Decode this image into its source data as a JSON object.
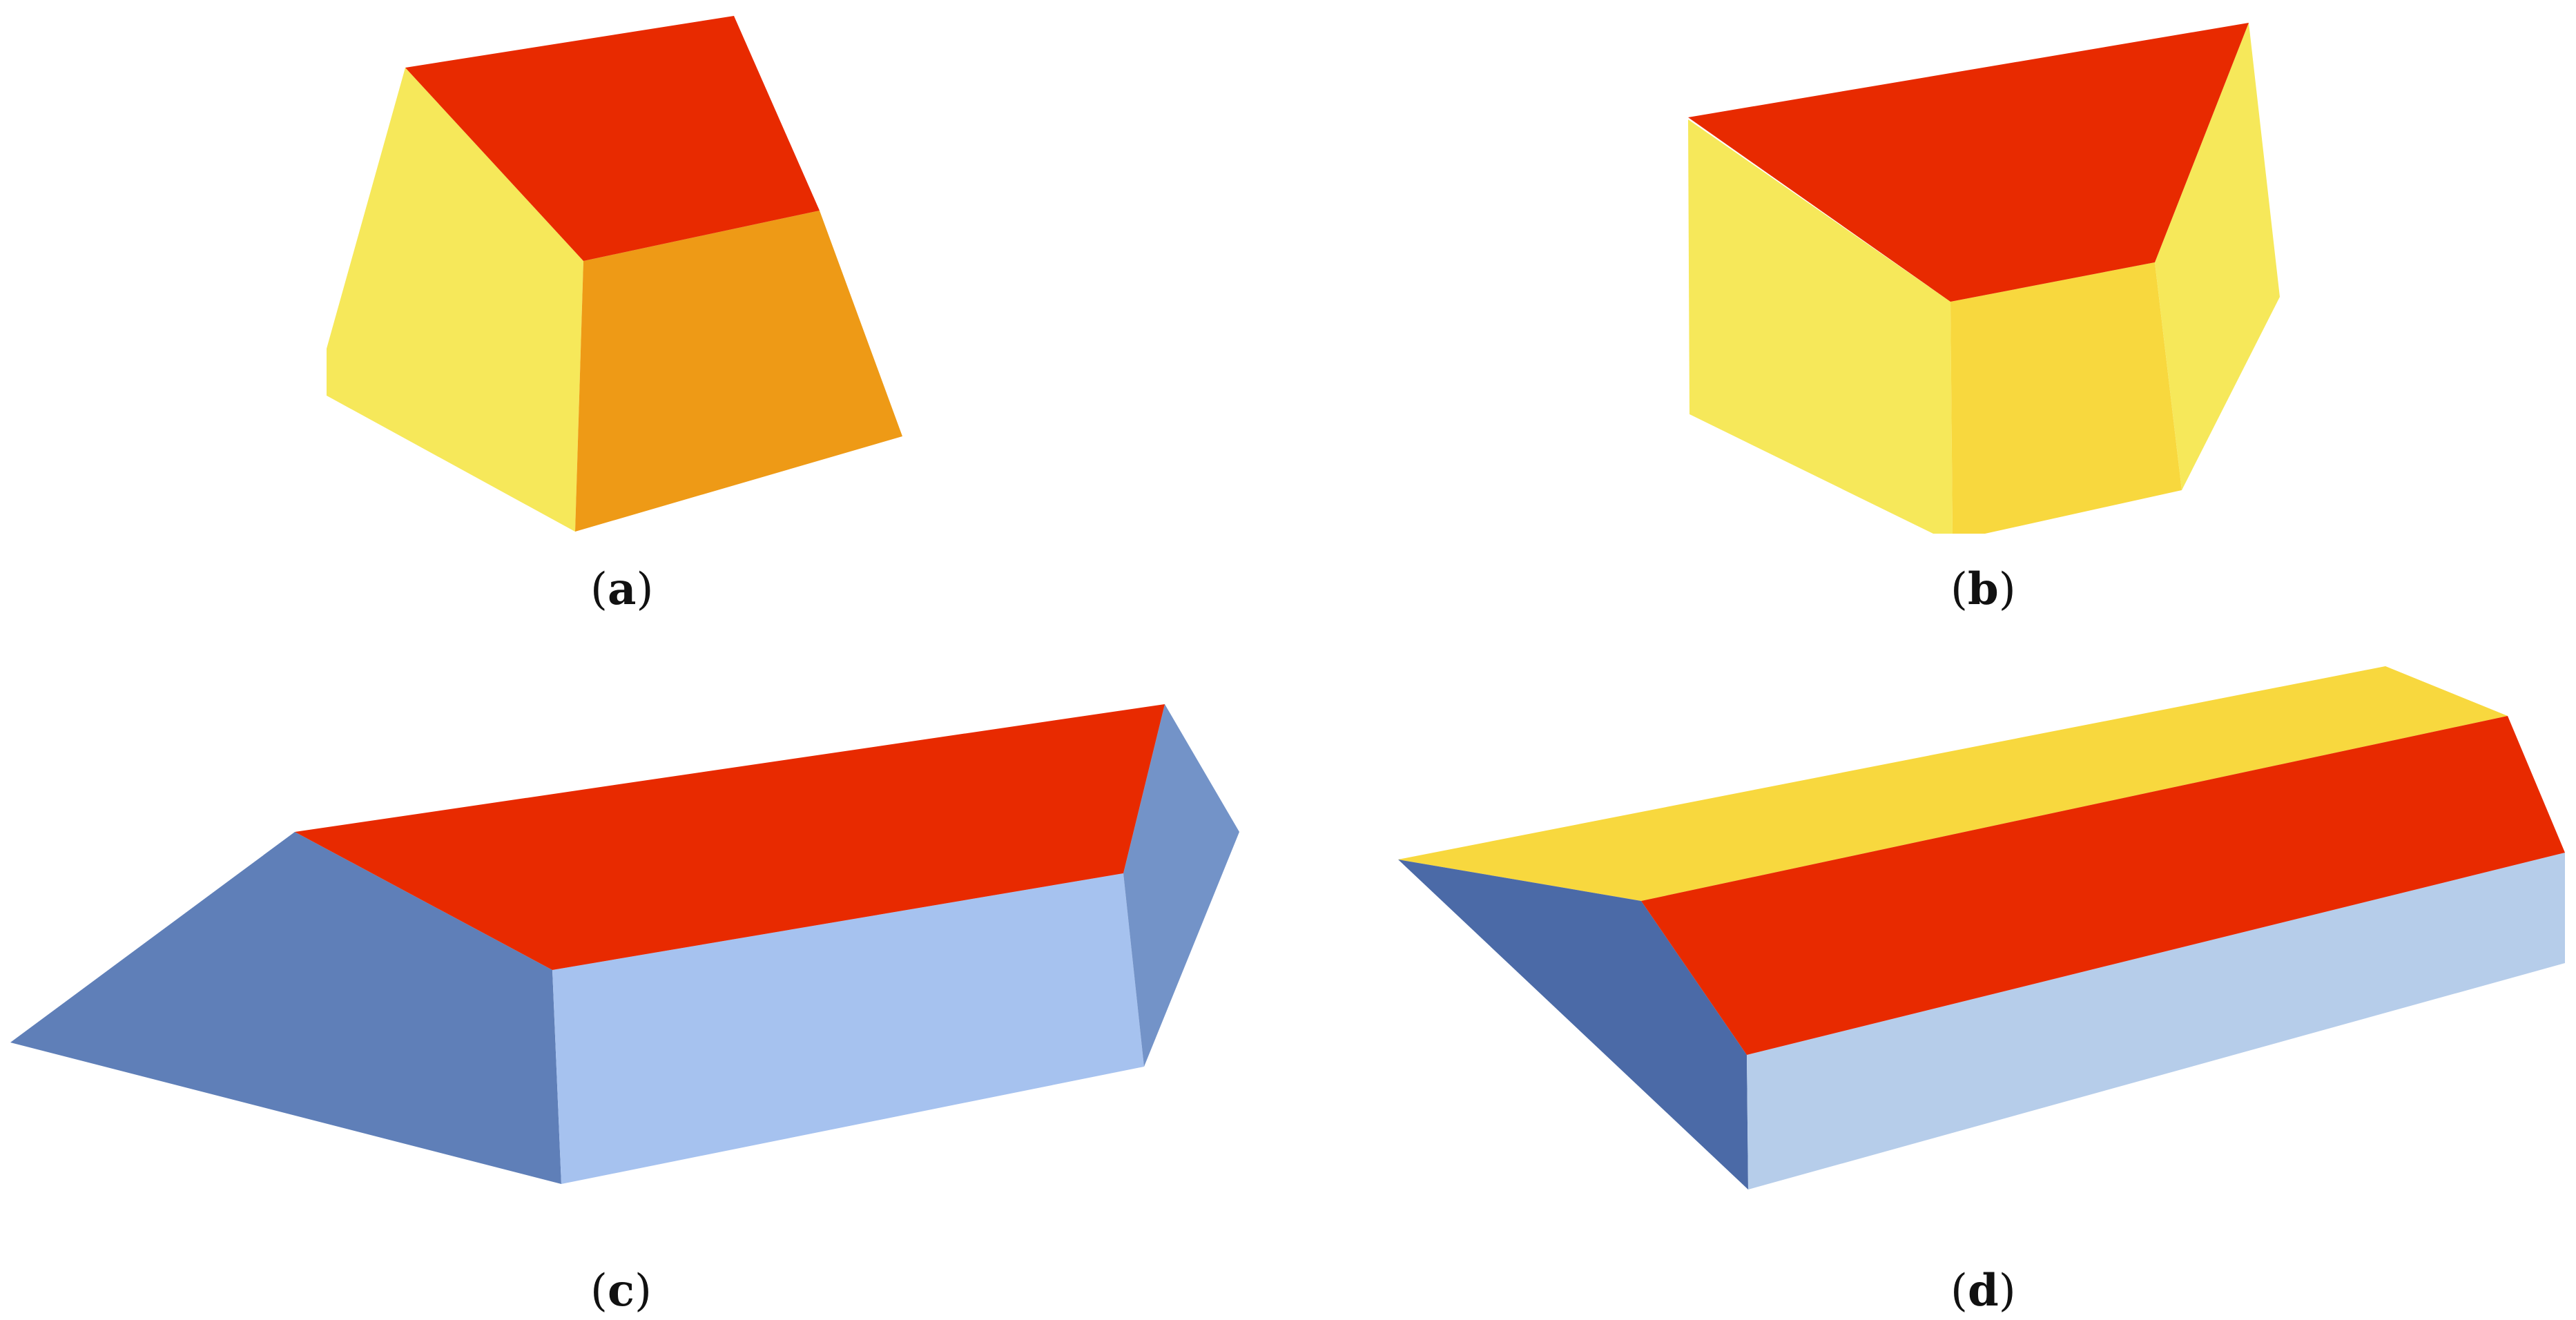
{
  "panels": [
    {
      "id": "a",
      "caption_open": "(",
      "caption_letter": "a",
      "caption_close": ")"
    },
    {
      "id": "b",
      "caption_open": "(",
      "caption_letter": "b",
      "caption_close": ")"
    },
    {
      "id": "c",
      "caption_open": "(",
      "caption_letter": "c",
      "caption_close": ")"
    },
    {
      "id": "d",
      "caption_open": "(",
      "caption_letter": "d",
      "caption_close": ")"
    }
  ],
  "colors": {
    "roof_red": "#e82a00",
    "wall_yellow": "#f6e85a",
    "wall_yellow_mid": "#f8d83e",
    "wall_orange": "#ee9a16",
    "wall_blue_dark": "#5f7fb8",
    "wall_blue_mid": "#7393c8",
    "wall_blue_light": "#a6c2ef",
    "wall_blue_pale": "#b6cdea",
    "wall_blue_deep": "#4b6aa7"
  }
}
